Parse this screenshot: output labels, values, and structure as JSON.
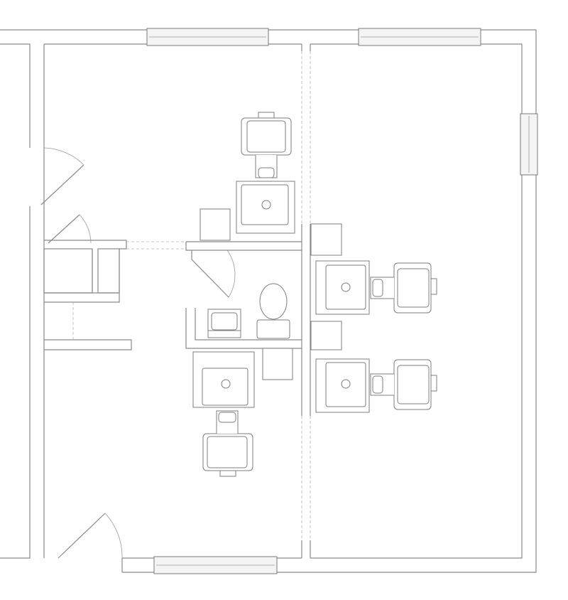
{
  "plan": {
    "line_color": "#8a8a8a",
    "background": "#ffffff",
    "fixtures": [
      "styling-chair",
      "shampoo-sink",
      "toilet",
      "lavatory-sink",
      "storage-cabinet",
      "window",
      "door"
    ]
  }
}
